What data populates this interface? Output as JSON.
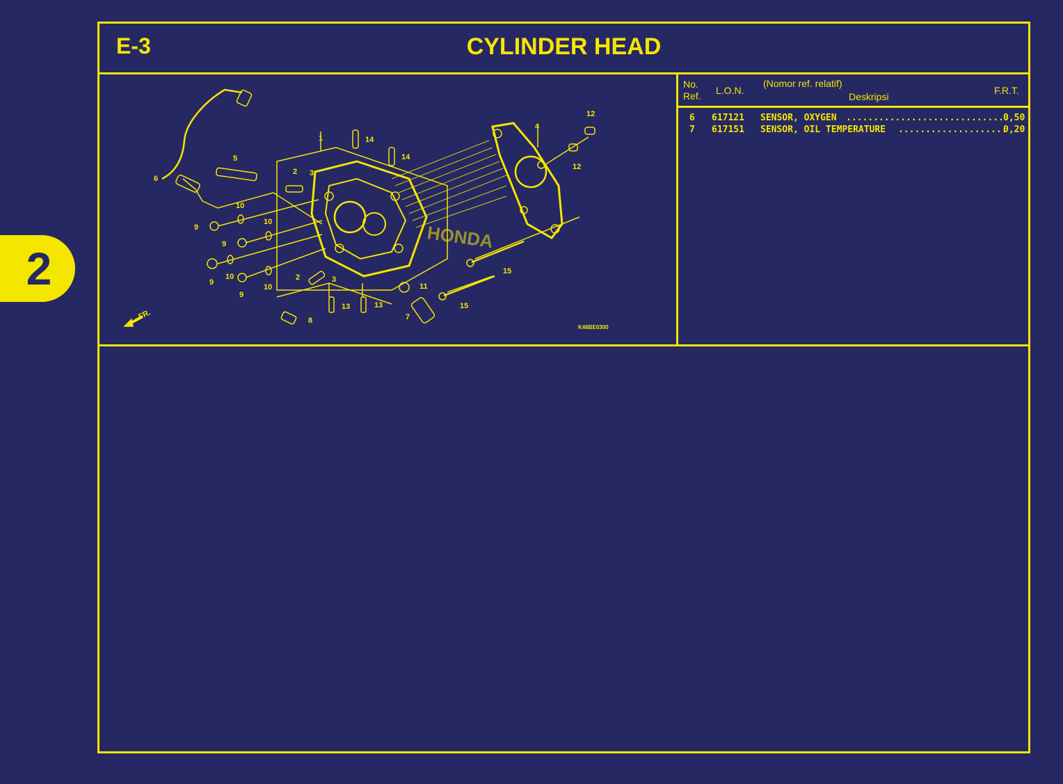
{
  "section_tab": {
    "label": "2"
  },
  "header": {
    "code": "E-3",
    "title": "CYLINDER HEAD"
  },
  "parts_table": {
    "headers": {
      "ref_no_line1": "No.",
      "ref_no_line2": "Ref.",
      "lon": "L.O.N.",
      "relative_ref": "(Nomor ref. relatif)",
      "description": "Deskripsi",
      "frt": "F.R.T."
    },
    "rows": [
      {
        "ref": "6",
        "lon": "617121",
        "description": "SENSOR, OXYGEN",
        "leader": "..............................",
        "frt": "0,50"
      },
      {
        "ref": "7",
        "lon": "617151",
        "description": "SENSOR, OIL TEMPERATURE",
        "leader": "....................",
        "frt": "0,20"
      }
    ]
  },
  "diagram": {
    "callouts": [
      "1",
      "2",
      "3",
      "4",
      "5",
      "6",
      "7",
      "8",
      "9",
      "10",
      "11",
      "12",
      "13",
      "14",
      "15"
    ],
    "direction_label": "FR.",
    "drawing_code": "K46BE0300",
    "watermark": "HONDA"
  },
  "colors": {
    "background": "#262863",
    "line": "#f5e600"
  }
}
